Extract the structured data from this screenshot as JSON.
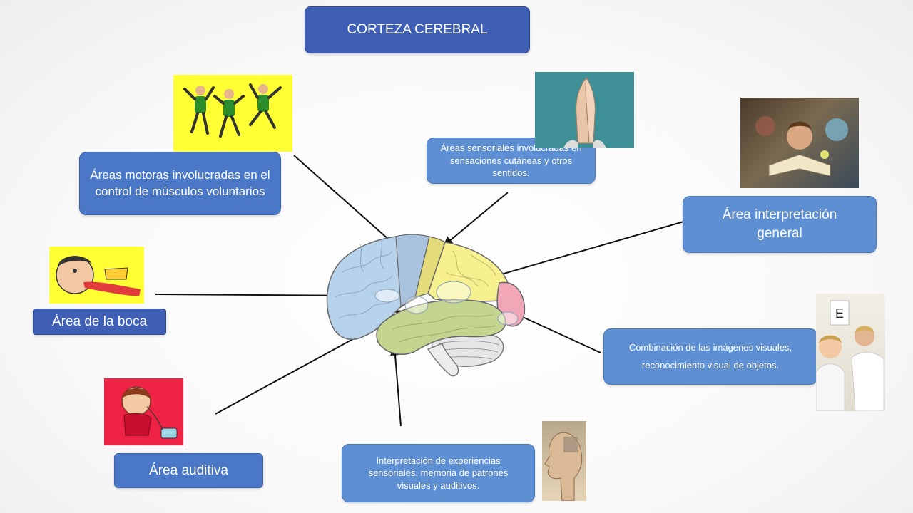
{
  "title": "CORTEZA CEREBRAL",
  "labels": {
    "motor": "Áreas motoras involucradas en el control de músculos voluntarios",
    "sensory": "Áreas sensoriales involucradas en sensaciones cutáneas y otros sentidos.",
    "interpretation": "Área interpretación general",
    "mouth": "Área de la boca",
    "visual": "Combinación  de las imágenes visuales, reconocimiento visual de objetos.",
    "auditory": "Área auditiva",
    "memory": "Interpretación de experiencias sensoriales, memoria de patrones visuales y auditivos."
  },
  "colors": {
    "frontal_lobe": "#b7d3ec",
    "parietal_lobe": "#f7f08f",
    "temporal_lobe": "#c3d58f",
    "occipital_lobe": "#f2a7b8",
    "box_blue": "#4b78c6"
  },
  "images": [
    "dancing-kids-picture",
    "praying-hands-picture",
    "reading-fantasy-picture",
    "tongue-boy-picture",
    "listening-girl-picture",
    "eye-exam-picture",
    "head-profile-picture"
  ]
}
